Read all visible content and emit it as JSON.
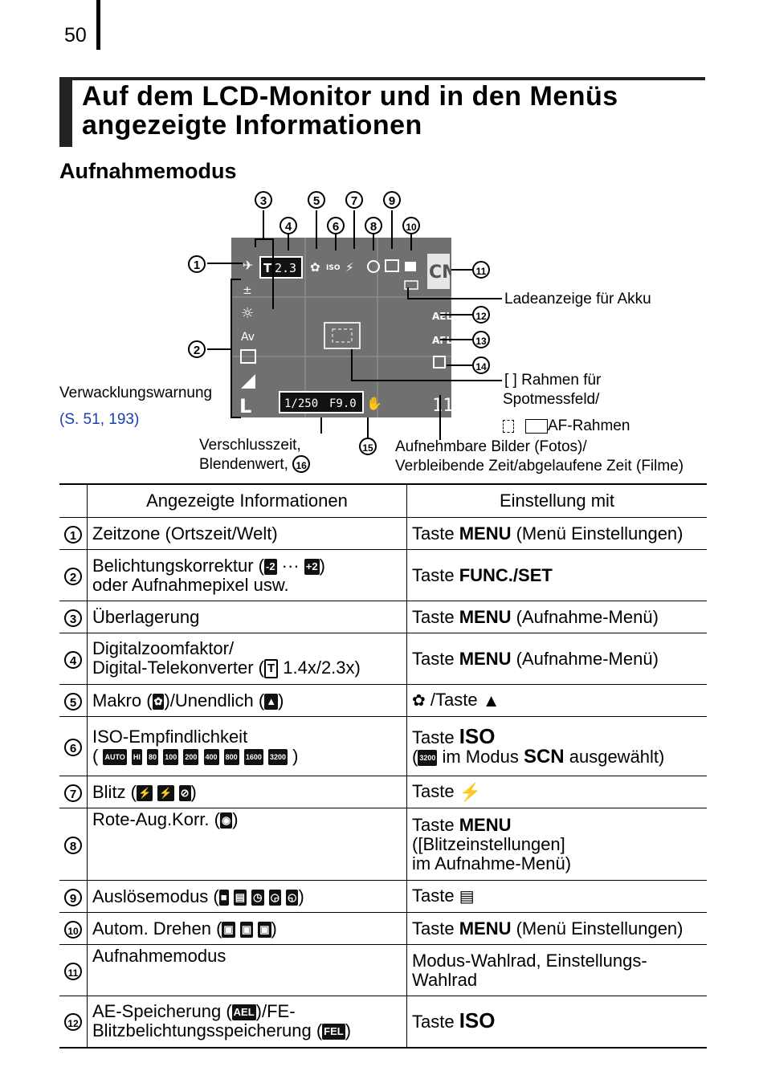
{
  "page_number": "50",
  "title_line1": "Auf dem LCD-Monitor und in den Menüs",
  "title_line2": "angezeigte Informationen",
  "section": "Aufnahmemodus",
  "figure": {
    "lcd_zoom": "2.3",
    "lcd_shutter": "1/250",
    "lcd_aperture": "F9.0",
    "lcd_shots": "11",
    "label_battery": "Ladeanzeige für Akku",
    "label_spot_1": "[  ] Rahmen für",
    "label_spot_2": "Spotmessfeld/",
    "label_af": "AF-Rahmen",
    "label_shake": "Verwacklungswarnung",
    "label_shake_ref_pre": "(",
    "label_shake_ref_post": ")",
    "label_shake_link": "(S. 51, 193)",
    "label_shutter_1": "Verschlusszeit,",
    "label_shutter_2": "Blendenwert,",
    "label_shots_1": "Aufnehmbare Bilder (Fotos)/",
    "label_shots_2": "Verbleibende Zeit/abgelaufene Zeit (Filme)",
    "callouts": [
      "1",
      "2",
      "3",
      "4",
      "5",
      "6",
      "7",
      "8",
      "9",
      "10",
      "11",
      "12",
      "13",
      "14",
      "15",
      "16"
    ]
  },
  "table": {
    "headers": [
      "Angezeigte Informationen",
      "Einstellung mit"
    ],
    "rows": [
      {
        "num": "1",
        "info": "Zeitzone (Ortszeit/Welt)",
        "set_pre": "Taste ",
        "set_bold": "MENU",
        "set_post": " (Menü Einstellungen)"
      },
      {
        "num": "2",
        "info_1": "Belichtungskorrektur (",
        "info_icon_a": "-2",
        "info_mid": " ··· ",
        "info_icon_b": "+2",
        "info_2": ")",
        "info_3": "oder Aufnahmepixel usw.",
        "set_pre": "Taste ",
        "set_bold": "FUNC./SET"
      },
      {
        "num": "3",
        "info": "Überlagerung",
        "set_pre": "Taste ",
        "set_bold": "MENU",
        "set_post": " (Aufnahme-Menü)"
      },
      {
        "num": "4",
        "info_1": "Digitalzoomfaktor/",
        "info_2": "Digital-Telekonverter (",
        "info_icon": "T",
        "info_3": " 1.4x/2.3x)",
        "set_pre": "Taste ",
        "set_bold": "MENU",
        "set_post": " (Aufnahme-Menü)"
      },
      {
        "num": "5",
        "info_1": "Makro (",
        "info_2": ")/Unendlich (",
        "info_3": ")",
        "set_post": " /Taste "
      },
      {
        "num": "6",
        "info_1": "ISO-Empfindlichkeit",
        "info_icons": [
          "AUTO",
          "HI",
          "80",
          "100",
          "200",
          "400",
          "800",
          "1600",
          "3200"
        ],
        "set_pre": "Taste ",
        "set_iso": "ISO",
        "set_2_pre": "(",
        "set_2_icon": "3200",
        "set_2_mid": " im Modus ",
        "set_2_scn": "SCN",
        "set_2_post": " ausgewählt)"
      },
      {
        "num": "7",
        "info_1": "Blitz (",
        "info_2": ")",
        "set_pre": "Taste "
      },
      {
        "num": "8",
        "info_1": "Rote-Aug.Korr. (",
        "info_2": ")",
        "set_pre": "Taste ",
        "set_bold": "MENU",
        "set_2": "([Blitzeinstellungen]",
        "set_3": "im Aufnahme-Menü)"
      },
      {
        "num": "9",
        "info_1": "Auslösemodus (",
        "info_2": ")",
        "set_pre": "Taste "
      },
      {
        "num": "10",
        "info_1": "Autom. Drehen (",
        "info_2": ")",
        "set_pre": "Taste ",
        "set_bold": "MENU",
        "set_post": " (Menü Einstellungen)"
      },
      {
        "num": "11",
        "info": "Aufnahmemodus",
        "set_1": "Modus-Wahlrad, Einstellungs-",
        "set_2": "Wahlrad"
      },
      {
        "num": "12",
        "info_1": "AE-Speicherung (",
        "info_icon_a": "AEL",
        "info_2": ")/FE-",
        "info_3": "Blitzbelichtungsspeicherung (",
        "info_icon_b": "FEL",
        "info_4": ")",
        "set_pre": "Taste ",
        "set_iso": "ISO"
      }
    ]
  }
}
